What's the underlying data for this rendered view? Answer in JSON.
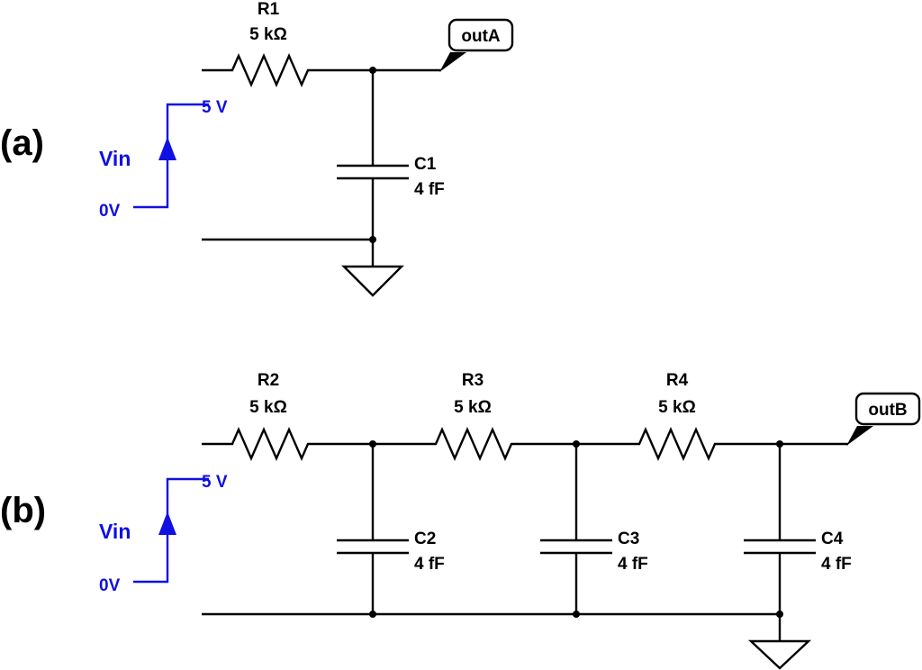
{
  "colors": {
    "wire": "#000000",
    "source": "#1010e0"
  },
  "circuit_a": {
    "part_label": "(a)",
    "source": {
      "name": "Vin",
      "high": "5 V",
      "low": "0V"
    },
    "r1": {
      "name": "R1",
      "value": "5 kΩ"
    },
    "c1": {
      "name": "C1",
      "value": "4 fF"
    },
    "output": "outA"
  },
  "circuit_b": {
    "part_label": "(b)",
    "source": {
      "name": "Vin",
      "high": "5 V",
      "low": "0V"
    },
    "r2": {
      "name": "R2",
      "value": "5 kΩ"
    },
    "r3": {
      "name": "R3",
      "value": "5 kΩ"
    },
    "r4": {
      "name": "R4",
      "value": "5 kΩ"
    },
    "c2": {
      "name": "C2",
      "value": "4 fF"
    },
    "c3": {
      "name": "C3",
      "value": "4 fF"
    },
    "c4": {
      "name": "C4",
      "value": "4 fF"
    },
    "output": "outB"
  }
}
